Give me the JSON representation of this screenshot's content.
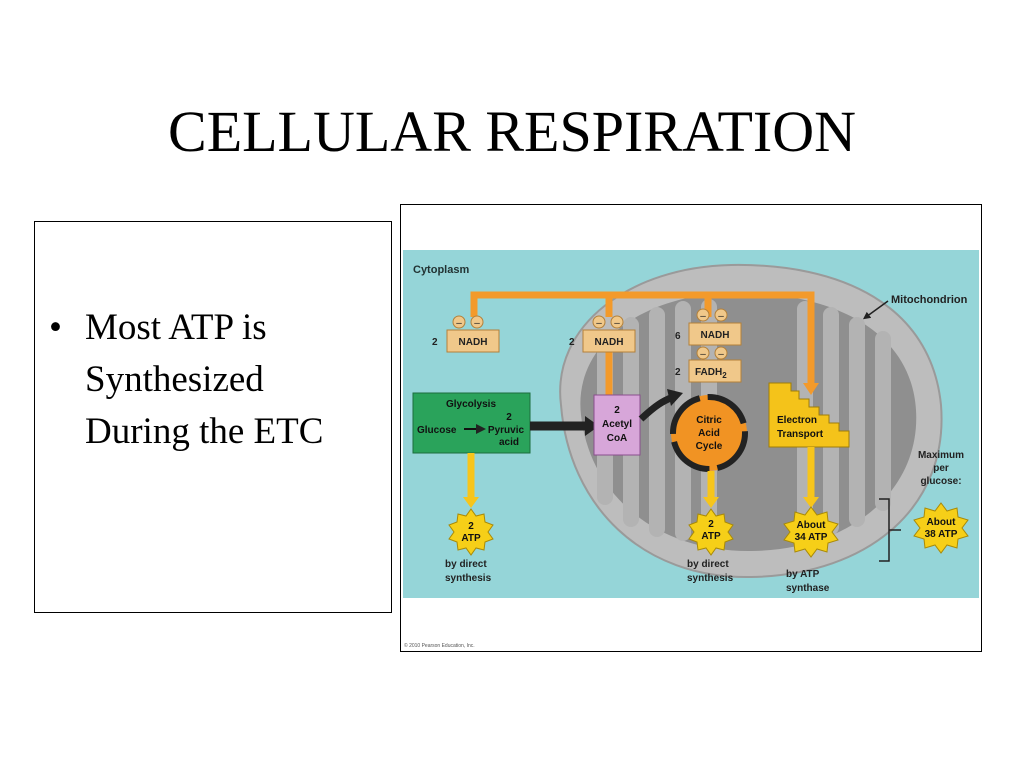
{
  "slide": {
    "title": "CELLULAR RESPIRATION",
    "bullets": [
      "Most ATP is Synthesized During the ETC"
    ],
    "bullet_lines": [
      "Most ATP is",
      "Synthesized",
      "During the ETC"
    ]
  },
  "diagram": {
    "cytoplasm_label": "Cytoplasm",
    "mitochondrion_label": "Mitochondrion",
    "glycolysis": {
      "title": "Glycolysis",
      "glucose": "Glucose",
      "pyruvate_count": "2",
      "pyruvic": "Pyruvic",
      "acid": "acid"
    },
    "acetyl": {
      "count": "2",
      "line1": "Acetyl",
      "line2": "CoA"
    },
    "citric": {
      "line1": "Citric",
      "line2": "Acid",
      "line3": "Cycle"
    },
    "etc": {
      "line1": "Electron",
      "line2": "Transport"
    },
    "nadh1": {
      "count": "2",
      "label": "NADH"
    },
    "nadh2": {
      "count": "2",
      "label": "NADH"
    },
    "nadh3": {
      "count": "6",
      "label": "NADH"
    },
    "fadh": {
      "count": "2",
      "label": "FADH",
      "sub": "2"
    },
    "electron_sign": "–",
    "atp1": {
      "line1": "2",
      "line2": "ATP",
      "note1": "by direct",
      "note2": "synthesis"
    },
    "atp2": {
      "line1": "2",
      "line2": "ATP",
      "note1": "by direct",
      "note2": "synthesis"
    },
    "atp3": {
      "line1": "About",
      "line2": "34 ATP",
      "note1": "by ATP",
      "note2": "synthase"
    },
    "max": {
      "line1": "Maximum",
      "line2": "per",
      "line3": "glucose:",
      "burst1": "About",
      "burst2": "38 ATP"
    },
    "copyright": "© 2010 Pearson Education, Inc.",
    "colors": {
      "cytoplasm": "#95d5d8",
      "mito_outer": "#b9b9b9",
      "mito_inner": "#8e8e8e",
      "arrow_orange": "#f39a2b",
      "arrow_yellow": "#f7c51b",
      "glycolysis": "#2aa35b",
      "acetyl": "#d7a6d9",
      "citric": "#f19323",
      "etc": "#f4c31a",
      "nadh": "#f0c88a",
      "burst": "#f6cf18"
    }
  }
}
